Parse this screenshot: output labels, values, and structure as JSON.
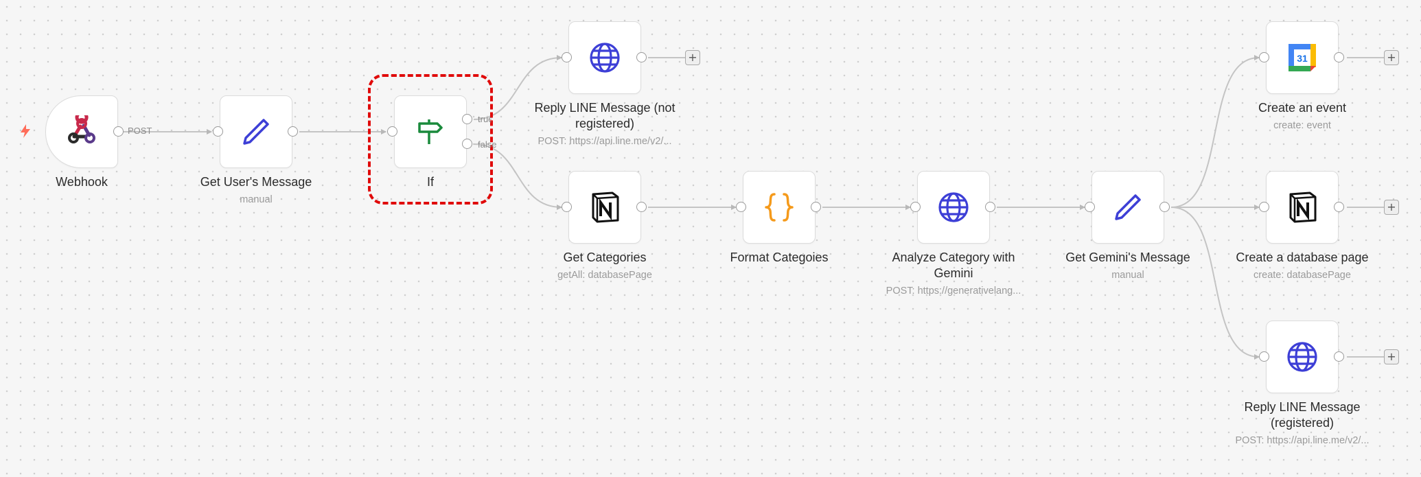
{
  "nodes": {
    "webhook": {
      "label": "Webhook",
      "output_label": "POST"
    },
    "get_user_message": {
      "label": "Get User's Message",
      "sub": "manual"
    },
    "if": {
      "label": "If",
      "true_label": "true",
      "false_label": "false"
    },
    "reply_not_registered": {
      "label_line1": "Reply LINE Message (not",
      "label_line2": "registered)",
      "sub": "POST: https://api.line.me/v2/..."
    },
    "get_categories": {
      "label": "Get Categories",
      "sub": "getAll: databasePage"
    },
    "format_categories": {
      "label": "Format Categoies"
    },
    "analyze_category": {
      "label_line1": "Analyze Category with",
      "label_line2": "Gemini",
      "sub": "POST: https://generativelang..."
    },
    "get_gemini_message": {
      "label": "Get Gemini's Message",
      "sub": "manual"
    },
    "create_event": {
      "label": "Create an event",
      "sub": "create: event",
      "calendar_day": "31"
    },
    "create_database_page": {
      "label": "Create a database page",
      "sub": "create: databasePage"
    },
    "reply_registered": {
      "label_line1": "Reply LINE Message",
      "label_line2": "(registered)",
      "sub": "POST: https://api.line.me/v2/..."
    }
  },
  "icons": {
    "webhook": "webhook-icon",
    "set": "pencil-icon",
    "if": "signpost-icon",
    "http": "globe-icon",
    "notion": "notion-icon",
    "code": "braces-icon",
    "calendar": "google-calendar-icon",
    "trigger": "lightning-bolt-icon"
  },
  "colors": {
    "highlight": "#e00a0a",
    "globe": "#3d3fd6",
    "pencil": "#3d3fd6",
    "signpost": "#1a8a3c",
    "braces": "#f59a1b",
    "trigger": "#ff6d5a"
  },
  "add_label": "+"
}
